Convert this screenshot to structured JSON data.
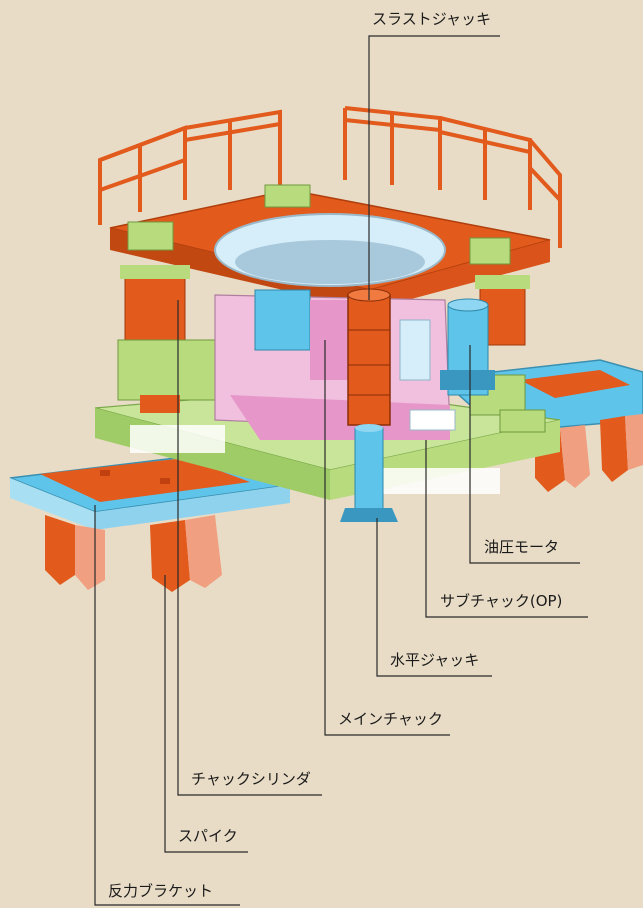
{
  "labels": {
    "thrust_jack": "スラストジャッキ",
    "hydraulic_motor": "油圧モータ",
    "sub_chuck": "サブチャック(OP)",
    "horizontal_jack": "水平ジャッキ",
    "main_chuck": "メインチャック",
    "chuck_cylinder": "チャックシリンダ",
    "spike": "スパイク",
    "reaction_bracket": "反力ブラケット"
  },
  "colors": {
    "background": "#e8dcc6",
    "orange": "#e25a1c",
    "green": "#b8db7e",
    "blue": "#5ec4ea",
    "pink": "#f0b4d8",
    "light_blue": "#d6eef9",
    "leader_line": "#2a2a2a"
  }
}
